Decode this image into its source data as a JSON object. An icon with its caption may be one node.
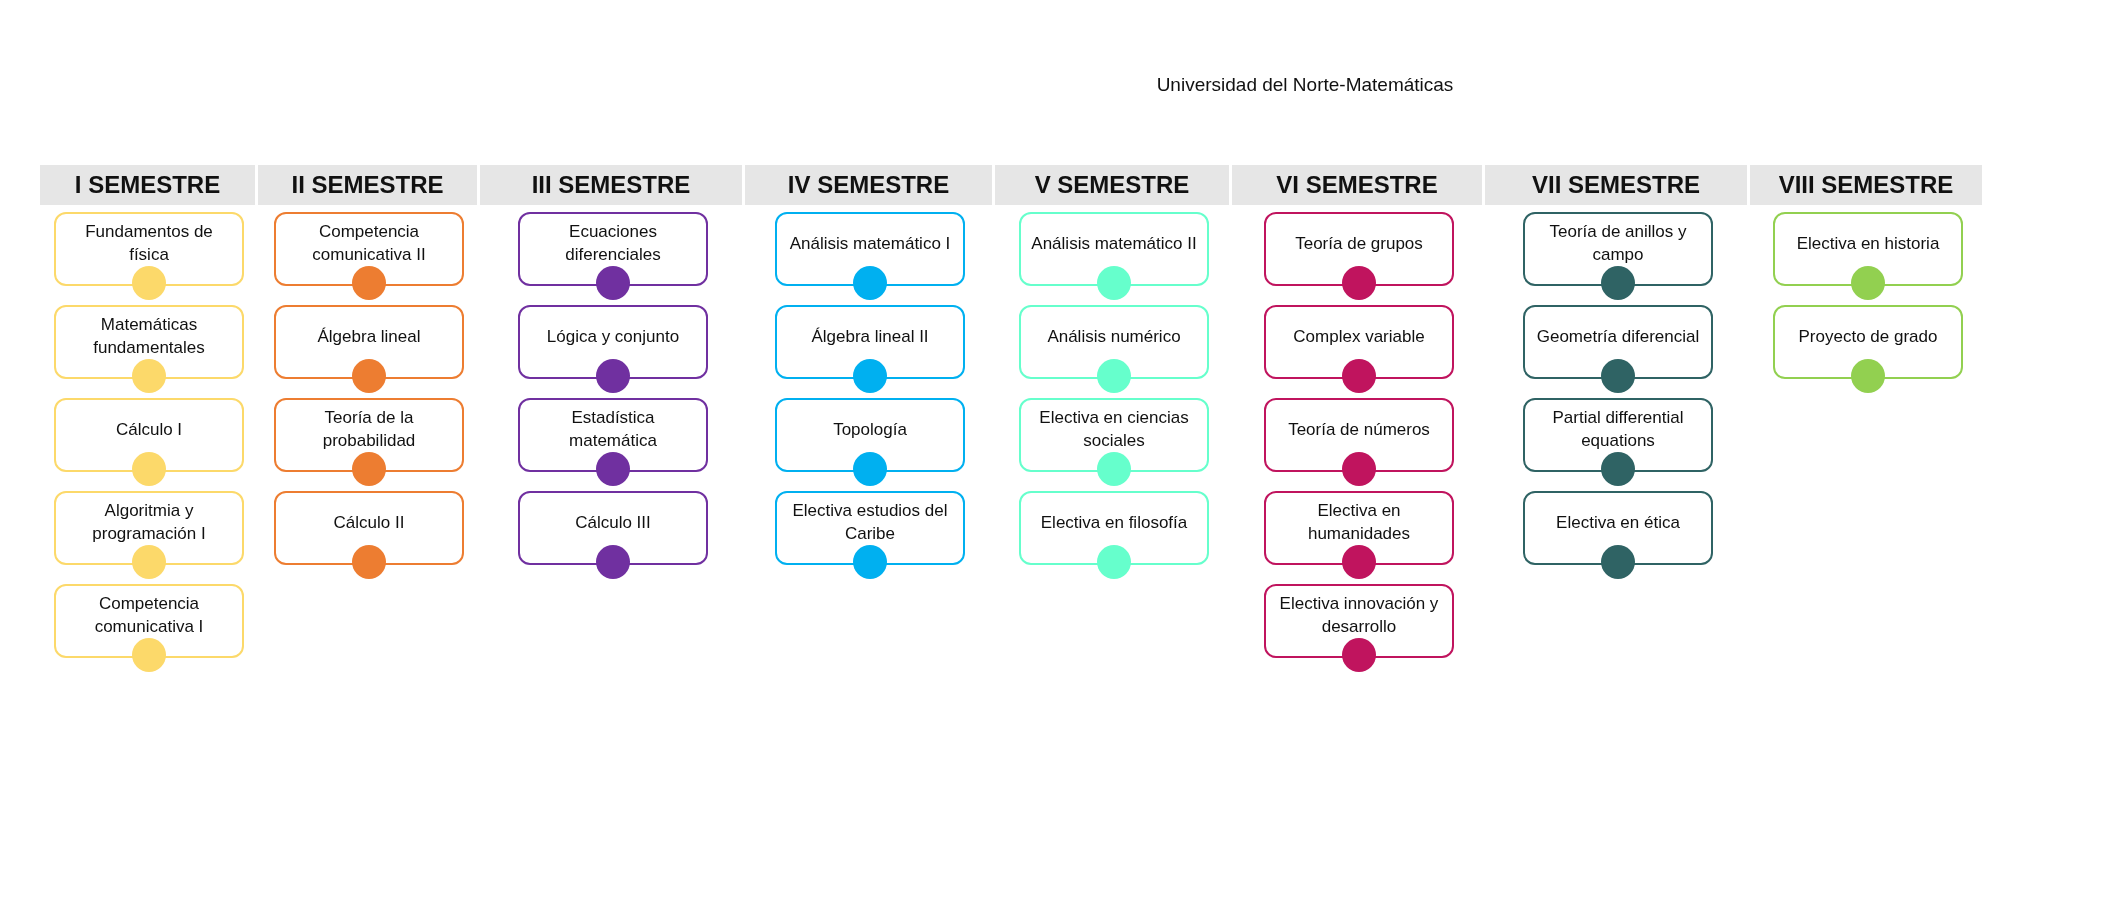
{
  "diagram": {
    "title": "Universidad del Norte-Matemáticas",
    "nodes": [
      {
        "text": [
          "I SEMESTRE"
        ]
      },
      {
        "text": [
          "Fundamentos de física"
        ]
      },
      {
        "text": [
          "Matemáticas fundamentales"
        ]
      },
      {
        "text": [
          "Cálculo I"
        ]
      },
      {
        "text": [
          "Algoritmia y programación I"
        ]
      },
      {
        "text": [
          "Competencia comunicativa I"
        ]
      },
      {
        "text": [
          "II SEMESTRE"
        ]
      },
      {
        "text": [
          "Competencia comunicativa II"
        ]
      },
      {
        "text": [
          "Álgebra lineal"
        ]
      },
      {
        "text": [
          "Teoría de la probabilidad"
        ]
      },
      {
        "text": [
          "Cálculo II"
        ]
      },
      {
        "text": [
          "III SEMESTRE"
        ]
      },
      {
        "text": [
          "Ecuaciones diferenciales"
        ]
      },
      {
        "text": [
          "Lógica y conjunto"
        ]
      },
      {
        "text": [
          "Estadística matemática"
        ]
      },
      {
        "text": [
          "Cálculo III"
        ]
      },
      {
        "text": [
          "IV SEMESTRE"
        ]
      },
      {
        "text": [
          "Análisis matemático I"
        ]
      },
      {
        "text": [
          "Álgebra lineal II"
        ]
      },
      {
        "text": [
          "Topología"
        ]
      },
      {
        "text": [
          "Electiva estudios del Caribe"
        ]
      },
      {
        "text": [
          "V SEMESTRE"
        ]
      },
      {
        "text": [
          "Análisis matemático II"
        ]
      },
      {
        "text": [
          "Análisis numérico"
        ]
      },
      {
        "text": [
          "Electiva en ciencias sociales"
        ]
      },
      {
        "text": [
          "Electiva en filosofía"
        ]
      },
      {
        "text": [
          "VI SEMESTRE"
        ]
      },
      {
        "text": [
          "Teoría de grupos"
        ]
      },
      {
        "text": [
          "Complex variable"
        ]
      },
      {
        "text": [
          "Teoría de números"
        ]
      },
      {
        "text": [
          "Electiva en humanidades"
        ]
      },
      {
        "text": [
          "Electiva innovación y desarrollo"
        ]
      },
      {
        "text": [
          "VII SEMESTRE"
        ]
      },
      {
        "text": [
          "Teoría de anillos y campo"
        ]
      },
      {
        "text": [
          "Geometría diferencial"
        ]
      },
      {
        "text": [
          "Partial differential equations"
        ]
      },
      {
        "text": [
          "Electiva en ética"
        ]
      },
      {
        "text": [
          "VIII SEMESTRE"
        ]
      },
      {
        "text": [
          "Electiva en historia"
        ]
      },
      {
        "text": [
          "Proyecto de grado"
        ]
      }
    ]
  }
}
